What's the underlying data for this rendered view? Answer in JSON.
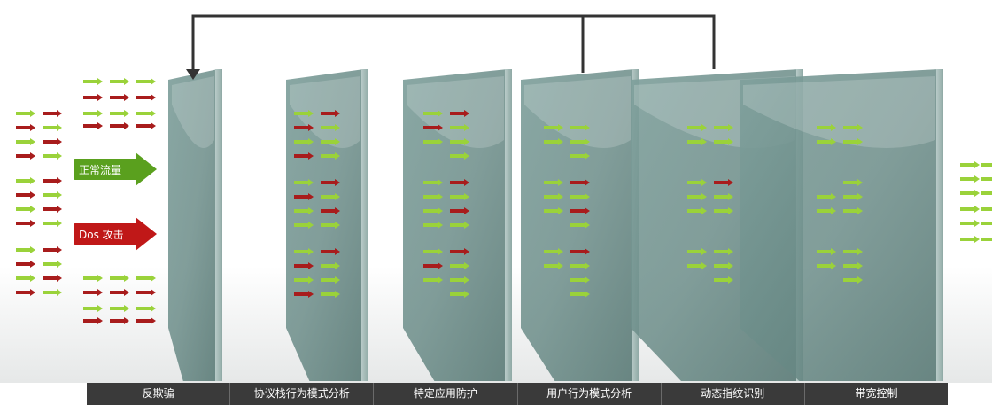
{
  "legend": {
    "normal_label": "正常流量",
    "dos_label": "Dos 攻击",
    "normal_color": "#5aa01e",
    "dos_color": "#c01818"
  },
  "colors": {
    "normal_packet": "#9ad23a",
    "attack_packet": "#a81c1c",
    "glass": "#6d8f8b",
    "feedback_line": "#333333",
    "bar": "#3a3a3a"
  },
  "stages": [
    {
      "label": "反欺骗"
    },
    {
      "label": "协议栈行为模式分析"
    },
    {
      "label": "特定应用防护"
    },
    {
      "label": "用户行为模式分析"
    },
    {
      "label": "动态指纹识别"
    },
    {
      "label": "带宽控制"
    }
  ]
}
